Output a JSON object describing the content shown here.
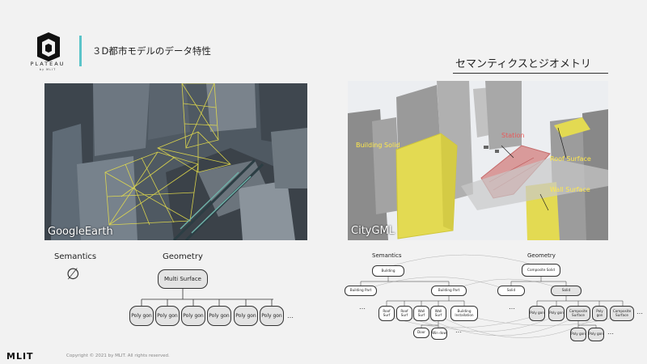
{
  "header": {
    "logo_text": "PLATEAU",
    "logo_sub": "by MLIT",
    "title": "３D都市モデルのデータ特性"
  },
  "right_section_title": "セマンティクスとジオメトリ",
  "left_image": {
    "label": "GoogleEarth"
  },
  "right_image": {
    "label": "CityGML",
    "annotations": {
      "building_solid": "Building Solid",
      "station": "Station",
      "roof_surface": "Roof Surface",
      "wall_surface": "Wall Surface"
    }
  },
  "left_diagram": {
    "semantics_label": "Semantics",
    "empty_symbol": "∅",
    "geometry_label": "Geometry",
    "root": "Multi Surface",
    "children": [
      "Poly gon",
      "Poly gon",
      "Poly gon",
      "Poly gon",
      "Poly gon",
      "Poly gon"
    ],
    "ellipsis": "…"
  },
  "right_diagram": {
    "semantics_label": "Semantics",
    "geometry_label": "Geometry",
    "building": "Building",
    "building_part_1": "Building Part",
    "building_part_2": "Building Part",
    "roof_surf_1": "Roof Surf",
    "roof_surf_2": "Roof Surf",
    "wall_surf_1": "Wall Surf",
    "wall_surf_2": "Wall Surf",
    "building_installation": "Building Installation",
    "door": "Door",
    "window": "Win dow",
    "composite_solid": "Composite Solid",
    "solid_1": "Solid",
    "solid_2": "Solid",
    "polygon_1": "Poly gon",
    "polygon_2": "Poly gon",
    "composite_surface_1": "Composite Surface",
    "polygon_3": "Poly gon",
    "composite_surface_2": "Composite Surface",
    "polygon_4": "Poly gon",
    "polygon_5": "Poly gon",
    "ellipsis": "…"
  },
  "footer": {
    "mlit_logo": "MLIT",
    "copyright": "Copyright © 2021 by MLIT. All rights reserved."
  },
  "colors": {
    "accent": "#5bc4c9",
    "highlight_yellow": "#e8e04a",
    "highlight_red": "#d96a6a"
  }
}
